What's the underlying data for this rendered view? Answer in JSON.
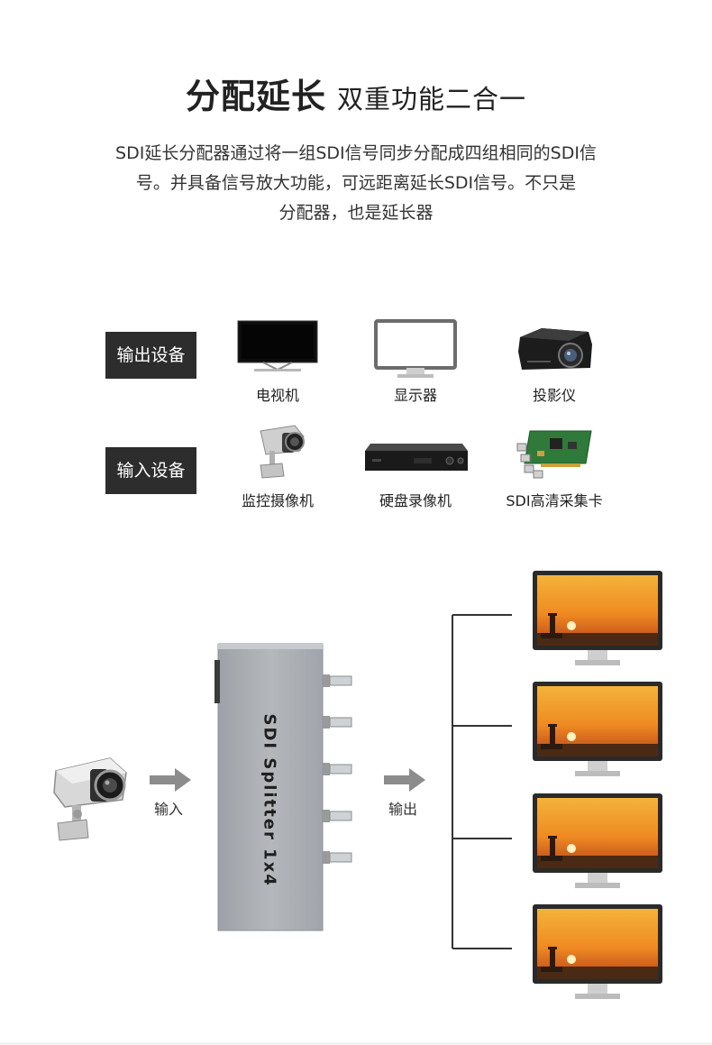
{
  "headline": {
    "main": "分配延长",
    "sub": "双重功能二合一"
  },
  "description": [
    "SDI延长分配器通过将一组SDI信号同步分配成四组相同的SDI信",
    "号。并具备信号放大功能，可远距离延长SDI信号。不只是",
    "分配器，也是延长器"
  ],
  "output_devices": {
    "tag": "输出设备",
    "items": [
      {
        "label": "电视机",
        "icon": "tv-icon"
      },
      {
        "label": "显示器",
        "icon": "monitor-icon"
      },
      {
        "label": "投影仪",
        "icon": "projector-icon"
      }
    ]
  },
  "input_devices": {
    "tag": "输入设备",
    "items": [
      {
        "label": "监控摄像机",
        "icon": "cctv-camera-icon"
      },
      {
        "label": "硬盘录像机",
        "icon": "dvr-icon"
      },
      {
        "label": "SDI高清采集卡",
        "icon": "capture-card-icon"
      }
    ]
  },
  "diagram": {
    "input_label": "输入",
    "output_label": "输出",
    "device_name": "SDI  Splitter  1x4",
    "outputs": 4
  },
  "colors": {
    "tag_bg": "#2d2d2d",
    "splitter": "#a9adb3",
    "sunset_top": "#f2a12a",
    "sunset_bottom": "#c6471a"
  }
}
